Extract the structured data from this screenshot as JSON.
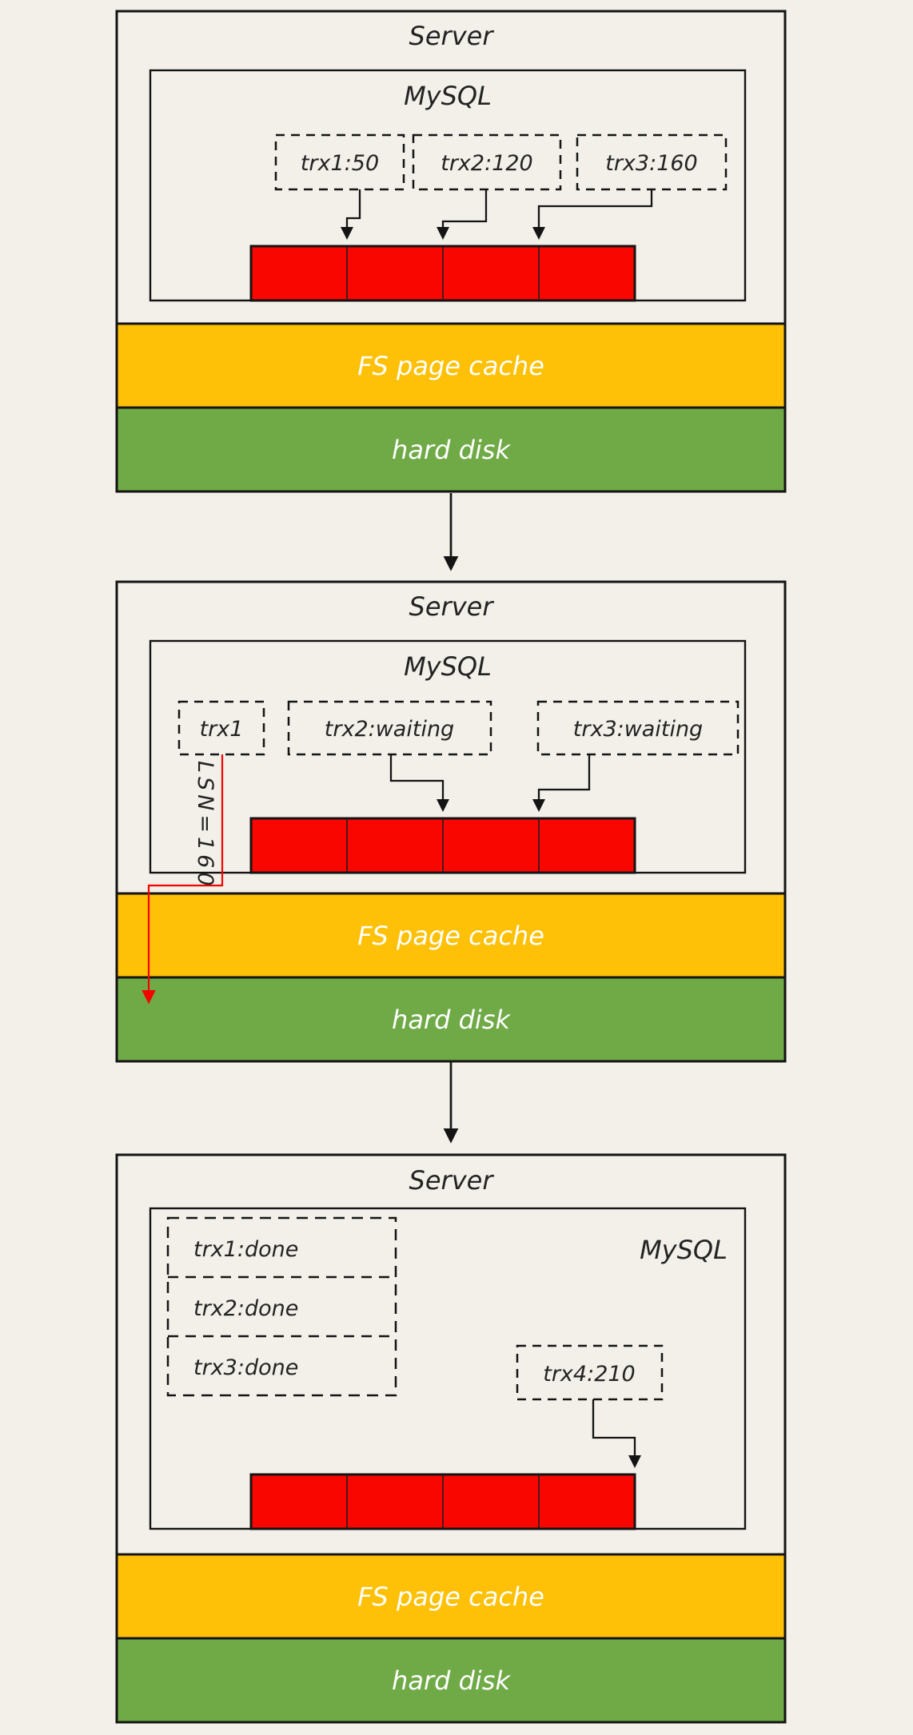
{
  "colors": {
    "background": "#f2f0e9",
    "buffer_red": "#fa0600",
    "cache_yellow": "#fec107",
    "disk_green": "#6faa47",
    "annotation_red": "#f40400"
  },
  "stages": [
    {
      "server_label": "Server",
      "mysql_label": "MySQL",
      "transactions": [
        {
          "label": "trx1:50"
        },
        {
          "label": "trx2:120"
        },
        {
          "label": "trx3:160"
        }
      ],
      "fs_cache_label": "FS page cache",
      "hard_disk_label": "hard disk"
    },
    {
      "server_label": "Server",
      "mysql_label": "MySQL",
      "transactions": [
        {
          "label": "trx1"
        },
        {
          "label": "trx2:waiting"
        },
        {
          "label": "trx3:waiting"
        }
      ],
      "lsn_annotation": "LSN=160",
      "fs_cache_label": "FS page cache",
      "hard_disk_label": "hard disk"
    },
    {
      "server_label": "Server",
      "mysql_label": "MySQL",
      "transactions": [
        {
          "label": "trx1:done"
        },
        {
          "label": "trx2:done"
        },
        {
          "label": "trx3:done"
        },
        {
          "label": "trx4:210"
        }
      ],
      "fs_cache_label": "FS page cache",
      "hard_disk_label": "hard disk"
    }
  ]
}
